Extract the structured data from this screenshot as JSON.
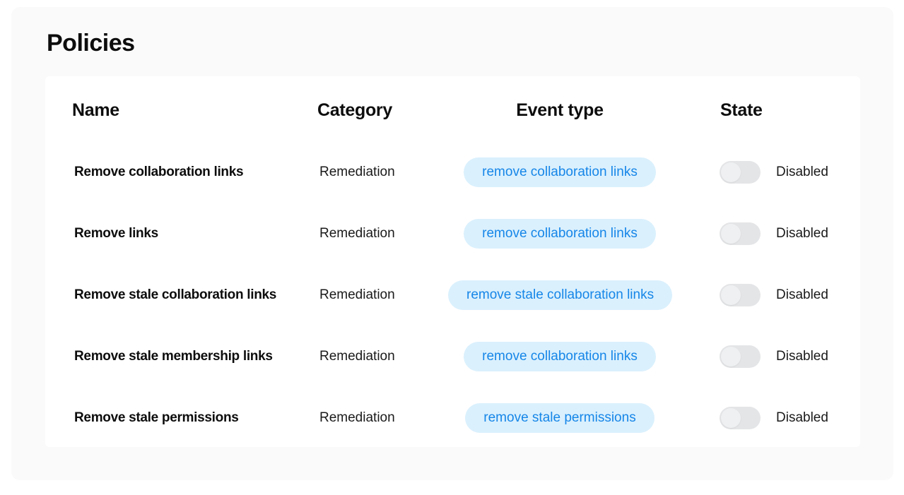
{
  "page": {
    "title": "Policies"
  },
  "table": {
    "headers": {
      "name": "Name",
      "category": "Category",
      "event_type": "Event type",
      "state": "State"
    },
    "rows": [
      {
        "name": "Remove collaboration links",
        "category": "Remediation",
        "event_type": "remove collaboration links",
        "state": "Disabled",
        "enabled": false
      },
      {
        "name": "Remove links",
        "category": "Remediation",
        "event_type": "remove collaboration links",
        "state": "Disabled",
        "enabled": false
      },
      {
        "name": "Remove stale collaboration links",
        "category": "Remediation",
        "event_type": "remove stale collaboration links",
        "state": "Disabled",
        "enabled": false
      },
      {
        "name": "Remove stale membership links",
        "category": "Remediation",
        "event_type": "remove collaboration links",
        "state": "Disabled",
        "enabled": false
      },
      {
        "name": "Remove stale permissions",
        "category": "Remediation",
        "event_type": "remove stale permissions",
        "state": "Disabled",
        "enabled": false
      }
    ]
  },
  "colors": {
    "panel_background": "#fafafa",
    "card_background": "#ffffff",
    "pill_background": "#daf0fd",
    "pill_text": "#1686e8",
    "toggle_off": "#e4e5e7"
  }
}
